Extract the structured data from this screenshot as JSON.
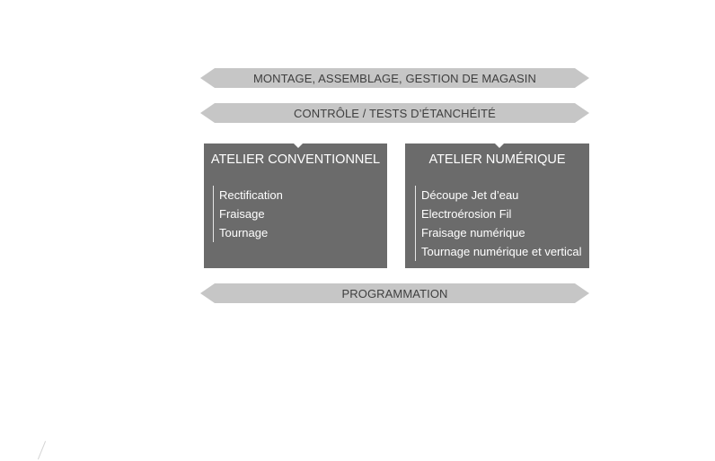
{
  "bars": {
    "top": "MONTAGE, ASSEMBLAGE, GESTION DE MAGASIN",
    "middle": "CONTRÔLE / TESTS D’ÉTANCHÉITÉ",
    "bottom": "PROGRAMMATION"
  },
  "workshops": {
    "conventional": {
      "title": "ATELIER CONVENTIONNEL",
      "items": [
        "Rectification",
        "Fraisage",
        "Tournage"
      ]
    },
    "numeric": {
      "title": "ATELIER NUMÉRIQUE",
      "items": [
        "Découpe Jet d’eau",
        "Electroérosion Fil",
        "Fraisage numérique",
        "Tournage numérique et vertical"
      ]
    }
  },
  "colors": {
    "bar_fill": "#c6c6c6",
    "bar_text": "#3f3f3f",
    "box_fill": "#6b6b6b",
    "box_text": "#ffffff"
  }
}
